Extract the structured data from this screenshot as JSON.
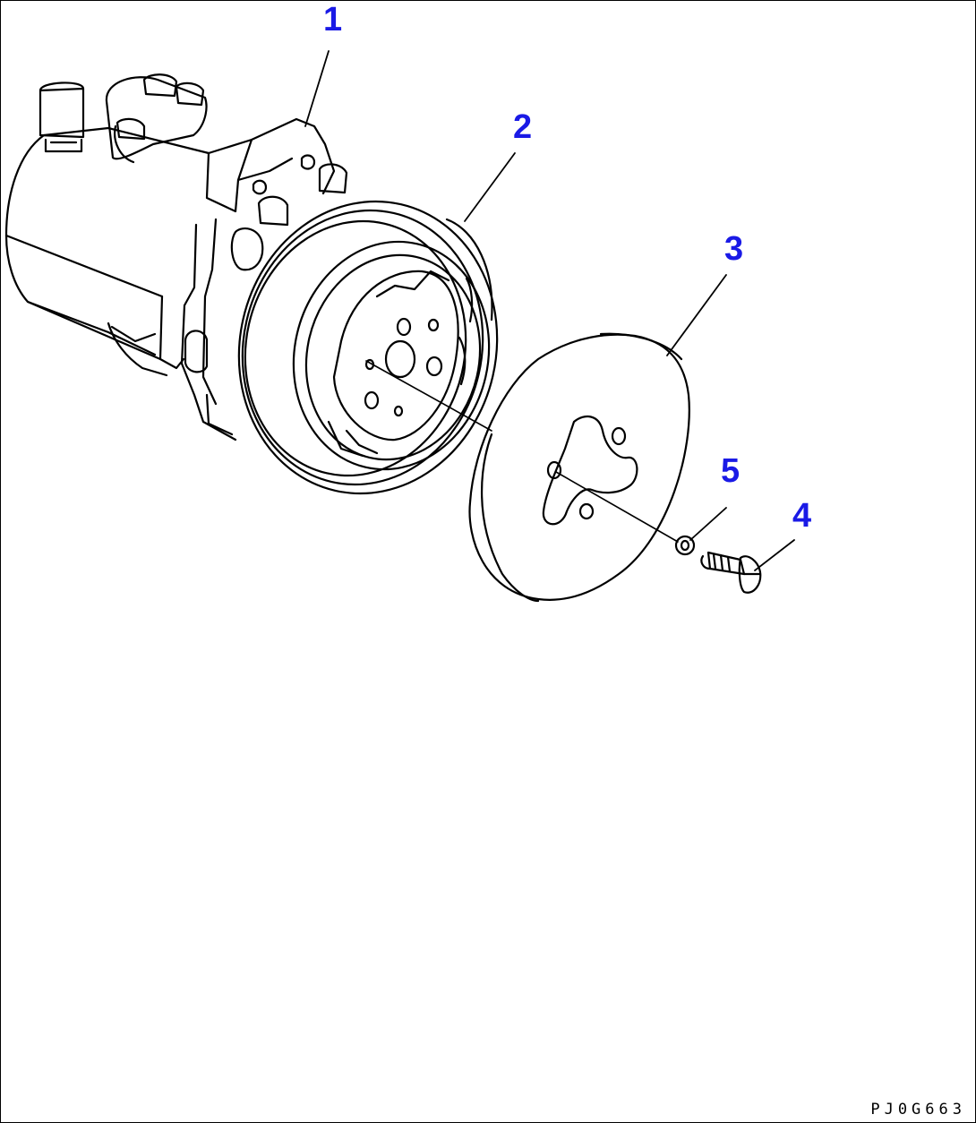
{
  "callouts": [
    {
      "label": "1"
    },
    {
      "label": "2"
    },
    {
      "label": "3"
    },
    {
      "label": "4"
    },
    {
      "label": "5"
    }
  ],
  "drawing_code": "PJ0G663",
  "colors": {
    "callout": "#1a1ae6",
    "line": "#000000",
    "background": "#ffffff"
  }
}
